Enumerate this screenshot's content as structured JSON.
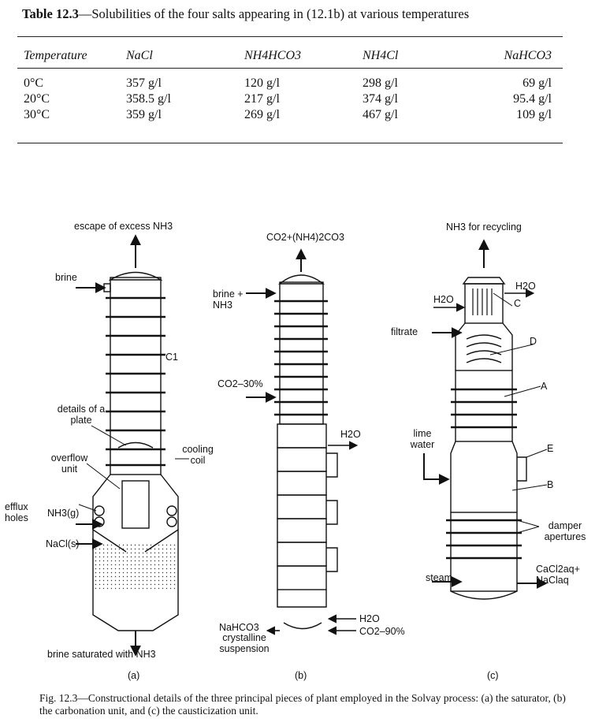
{
  "table": {
    "caption_bold": "Table 12.3",
    "caption_rest": "—Solubilities of the four salts appearing in (12.1b) at various temperatures",
    "headers": [
      "Temperature",
      "NaCl",
      "NH4HCO3",
      "NH4Cl",
      "NaHCO3"
    ],
    "rows": [
      [
        "0°C",
        "357 g/l",
        "120 g/l",
        "298 g/l",
        "69 g/l"
      ],
      [
        "20°C",
        "358.5 g/l",
        "217 g/l",
        "374 g/l",
        "95.4 g/l"
      ],
      [
        "30°C",
        "359 g/l",
        "269 g/l",
        "467 g/l",
        "109 g/l"
      ]
    ]
  },
  "figure": {
    "a": {
      "top_label": "escape of excess NH3",
      "brine": "brine",
      "c1": "C1",
      "details": "details of a plate",
      "cooling": "cooling coil",
      "overflow": "overflow unit",
      "efflux": "efflux holes",
      "nh3": "NH3(g)",
      "nacl": "NaCl(s)",
      "bottom": "brine saturated with NH3",
      "tag": "(a)"
    },
    "b": {
      "top_label": "CO2+(NH4)2CO3",
      "brine": "brine + NH3",
      "co2_30": "CO2–30%",
      "h2o_top": "H2O",
      "nahco3": "NaHCO3",
      "h2o_bot": "H2O",
      "co2_90": "CO2–90%",
      "crystalline": "crystalline suspension",
      "tag": "(b)"
    },
    "c": {
      "top_label": "NH3 for recycling",
      "h2o_left": "H2O",
      "h2o_right": "H2O",
      "c": "C",
      "filtrate": "filtrate",
      "d": "D",
      "a": "A",
      "lime": "lime water",
      "e": "E",
      "b": "B",
      "damper": "damper apertures",
      "steam": "steam",
      "cacl": "CaCl2aq+ NaClaq",
      "tag": "(c)"
    },
    "caption": "Fig. 12.3—Constructional details of the three principal pieces of plant employed in the Solvay process: (a) the saturator, (b) the carbonation unit, and (c) the causticization unit."
  }
}
